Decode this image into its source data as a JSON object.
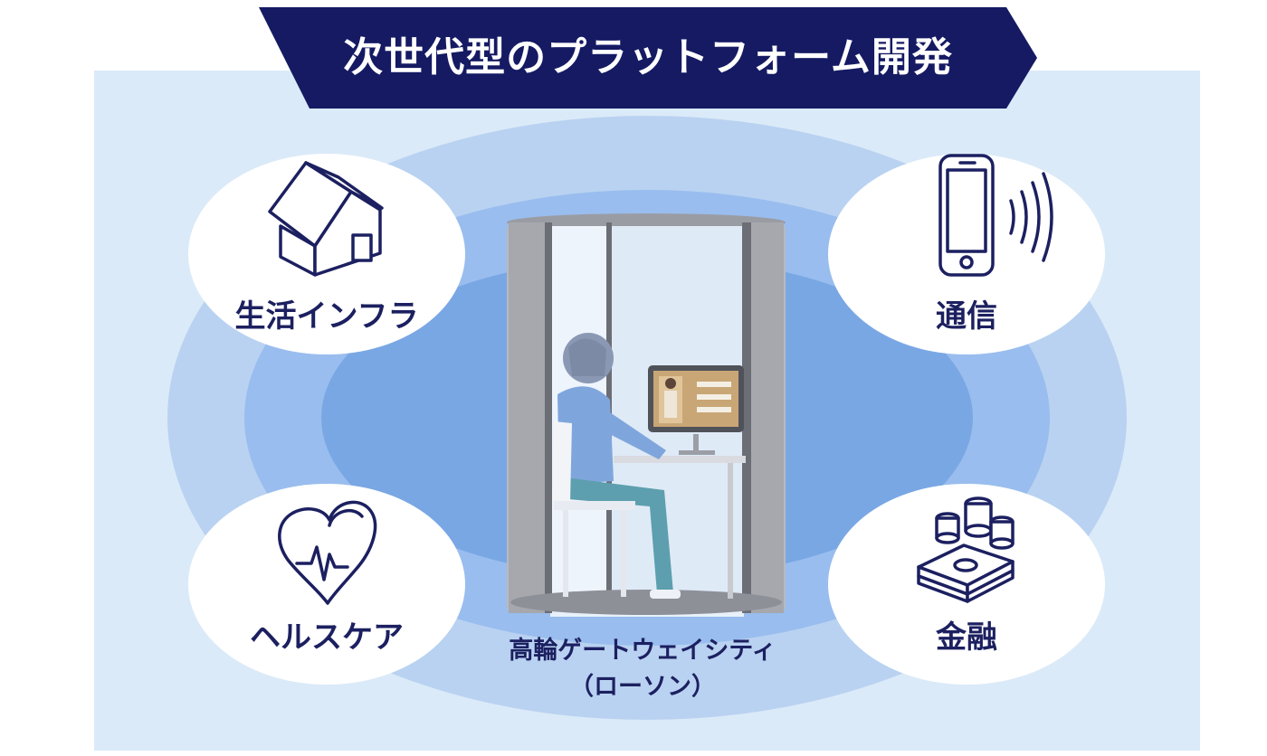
{
  "title": "次世代型のプラットフォーム開発",
  "colors": {
    "banner": "#151a63",
    "text_dark": "#1c2060",
    "panel_bg": "#dbeaf8",
    "ring_outer": "#b9d2f1",
    "ring_mid": "#99bdee",
    "ring_inner": "#79a7e4",
    "bubble_bg": "#ffffff"
  },
  "categories": [
    {
      "label": "生活インフラ",
      "icon": "house-icon"
    },
    {
      "label": "通信",
      "icon": "smartphone-icon"
    },
    {
      "label": "ヘルスケア",
      "icon": "heart-pulse-icon"
    },
    {
      "label": "金融",
      "icon": "coins-cash-icon"
    }
  ],
  "center": {
    "line1": "高輪ゲートウェイシティ",
    "line2": "（ローソン）",
    "icon": "remote-booth-illustration"
  }
}
